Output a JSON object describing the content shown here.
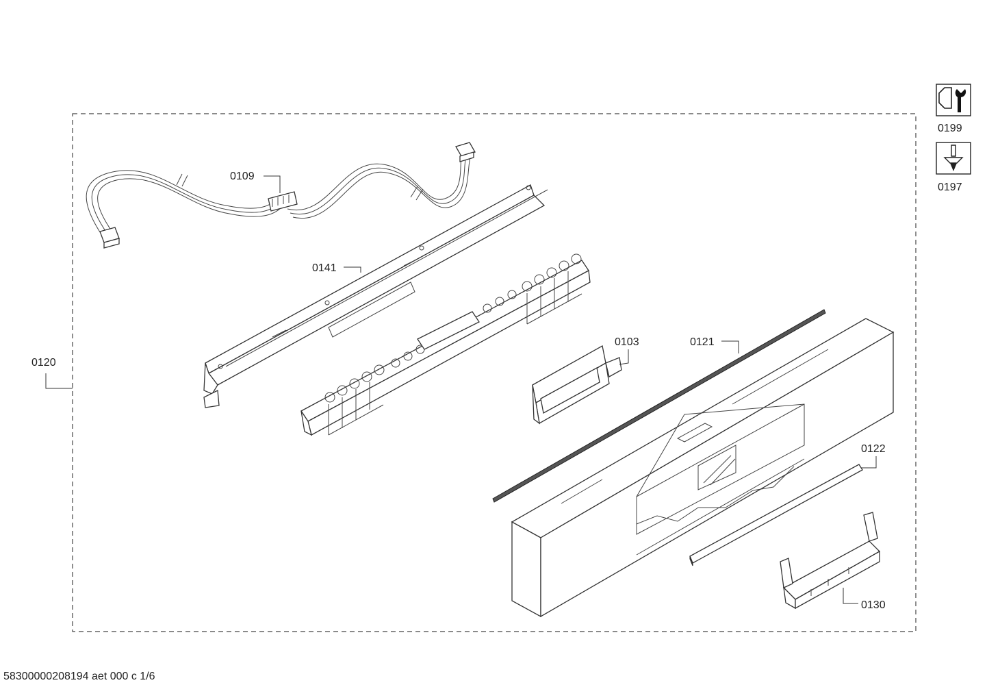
{
  "parts": [
    {
      "id": "p0109",
      "label": "0109"
    },
    {
      "id": "p0141",
      "label": "0141"
    },
    {
      "id": "p0120",
      "label": "0120"
    },
    {
      "id": "p0103",
      "label": "0103"
    },
    {
      "id": "p0121",
      "label": "0121"
    },
    {
      "id": "p0122",
      "label": "0122"
    },
    {
      "id": "p0130",
      "label": "0130"
    }
  ],
  "tools": [
    {
      "label": "0199",
      "icon": "wrench-nut-icon"
    },
    {
      "label": "0197",
      "icon": "screw-icon"
    }
  ],
  "footer": {
    "text": "58300000208194 aet 000 c 1/6"
  },
  "colors": {
    "line": "#333333",
    "background": "#ffffff"
  }
}
